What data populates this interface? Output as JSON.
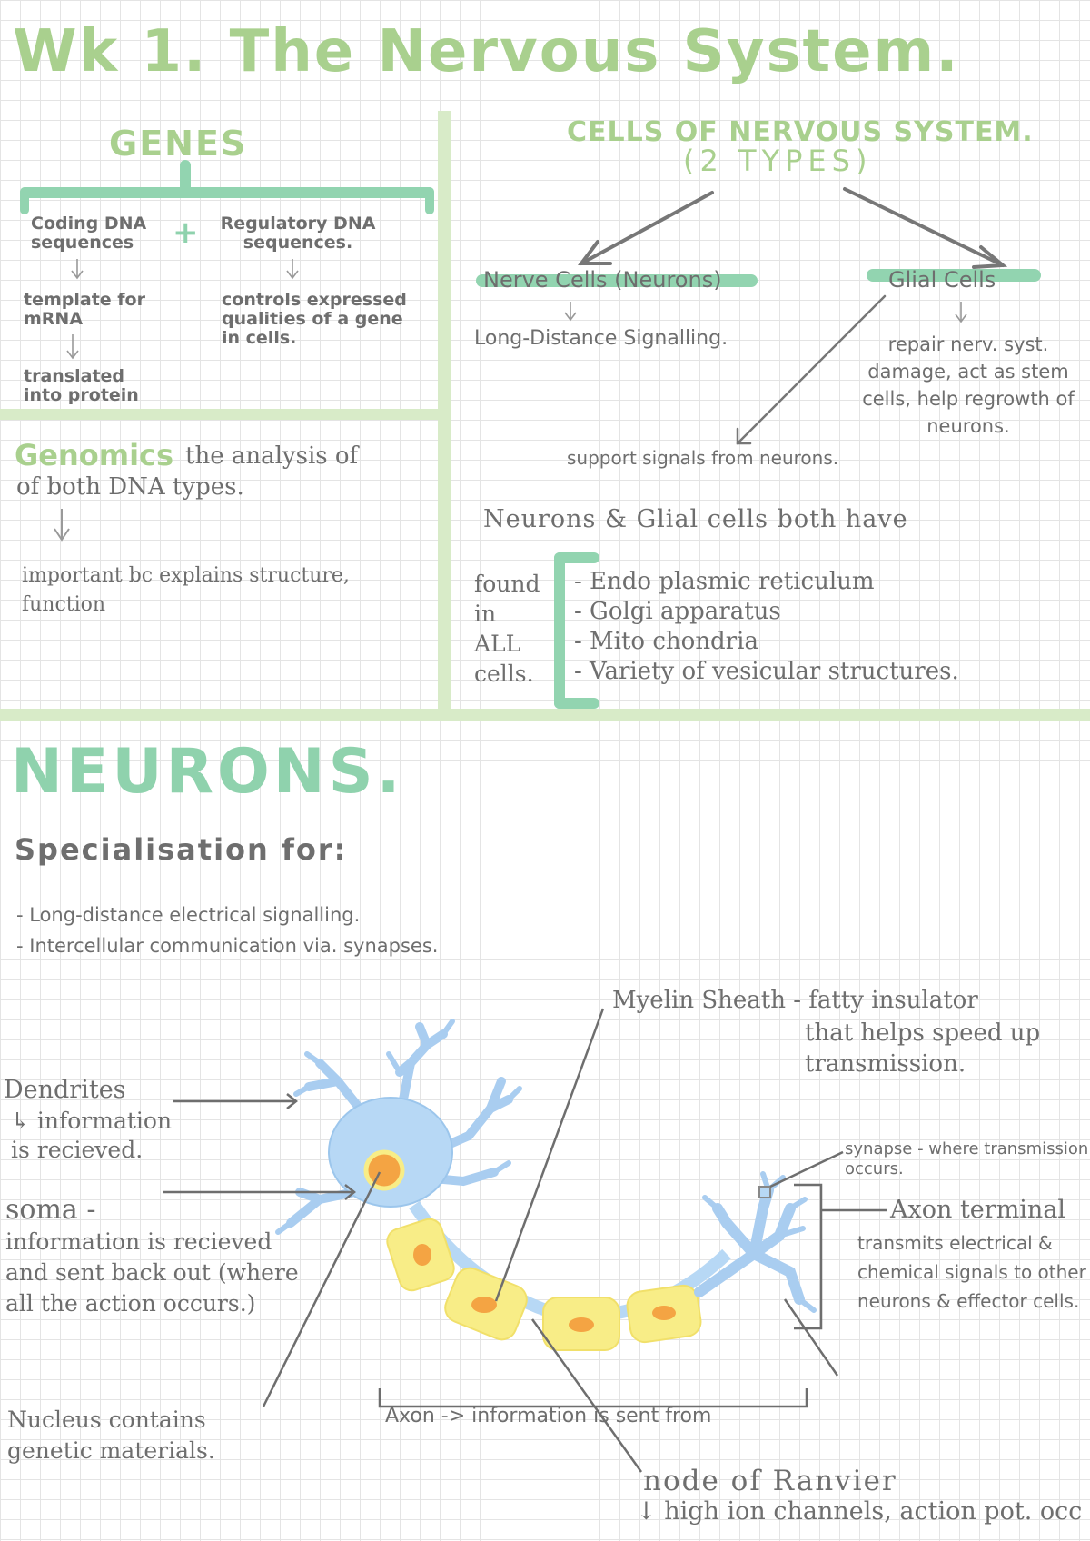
{
  "title": "Wk 1. The Nervous System.",
  "genes": {
    "heading": "GENES",
    "plus": "+",
    "coding": "Coding DNA sequences",
    "regulatory": "Regulatory DNA sequences.",
    "template": "template for mRNA",
    "translated": "translated into protein",
    "controls": "controls expressed qualities of a gene in cells."
  },
  "genomics": {
    "term": "Genomics",
    "definition_line1": "the analysis of",
    "definition_line2": "of both DNA types.",
    "importance": "important bc explains structure, function"
  },
  "cells": {
    "heading": "CELLS OF NERVOUS SYSTEM.",
    "subheading": "(2 TYPES)",
    "nerve_cells": "Nerve Cells (Neurons)",
    "nerve_desc": "Long-Distance Signalling.",
    "glial_cells": "Glial Cells",
    "glial_desc": "repair nerv. syst. damage, act as stem cells, help regrowth of neurons.",
    "support": "support signals from neurons.",
    "both_have": "Neurons & Glial cells both have",
    "found_in_all": "found in ALL cells.",
    "organelles": [
      "- Endo plasmic reticulum",
      "- Golgi apparatus",
      "- Mito chondria",
      "- Variety of vesicular structures."
    ]
  },
  "neurons": {
    "heading": "NEURONS.",
    "specialisation": "Specialisation for:",
    "points": [
      "- Long-distance electrical signalling.",
      "- Intercellular communication via. synapses."
    ],
    "dendrites": "Dendrites",
    "dendrites_desc": "↳ information is recieved.",
    "soma": "soma -",
    "soma_desc": "information is recieved and sent back out (where all the action occurs.)",
    "nucleus": "Nucleus contains genetic materials.",
    "myelin": "Myelin Sheath - fatty insulator",
    "myelin_desc": "that helps speed up transmission.",
    "synapse": "synapse - where transmission occurs.",
    "axon_terminal": "Axon terminal",
    "axon_terminal_desc": "transmits electrical & chemical signals to other neurons & effector cells.",
    "axon": "Axon -> information is sent from",
    "node": "node of Ranvier",
    "node_desc": "↓ high ion channels, action pot. occ"
  },
  "colors": {
    "heading_green": "#a9d08e",
    "bar_teal": "#92d4b0",
    "neuron_blue": "#b7d8f5",
    "myelin_yellow": "#f8ed87",
    "nucleus_orange": "#f4a443"
  }
}
